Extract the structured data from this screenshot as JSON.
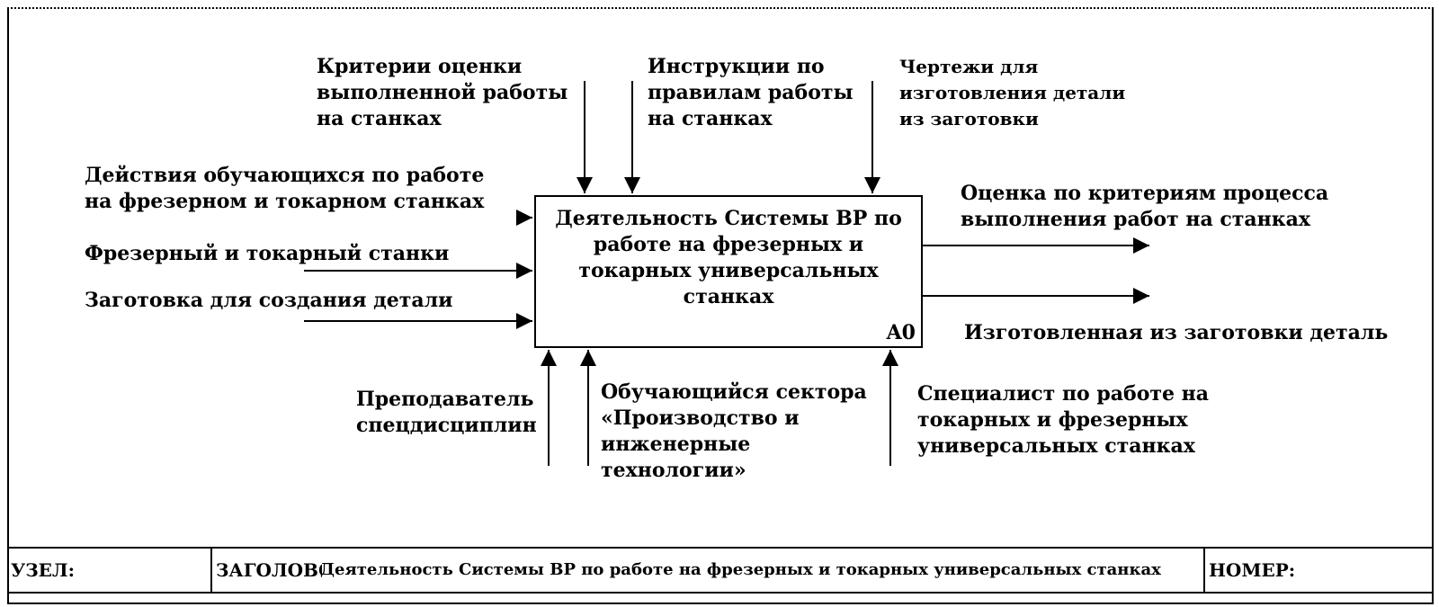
{
  "diagram": {
    "function_box": {
      "title": "Деятельность Системы ВР по\nработе на фрезерных и\nтокарных универсальных\nстанках",
      "node": "A0"
    },
    "controls": [
      "Критерии оценки\nвыполненной работы\nна станках",
      "Инструкции по\nправилам работы\nна станках",
      "Чертежи для\nизготовления детали\nиз заготовки"
    ],
    "inputs": [
      "Действия обучающихся по работе\nна фрезерном и токарном станках",
      "Фрезерный и токарный станки",
      "Заготовка для создания детали"
    ],
    "outputs": [
      "Оценка по критериям процесса\nвыполнения работ на станках",
      "Изготовленная из заготовки деталь"
    ],
    "mechanisms": [
      "Преподаватель\nспецдисциплин",
      "Обучающийся сектора\n«Производство и\nинженерные\nтехнологии»",
      "Специалист по работе на\nтокарных и фрезерных\nуниверсальных станках"
    ]
  },
  "footer": {
    "node_label": "УЗЕЛ:",
    "title_label": "ЗАГОЛОВОК:",
    "title_value": "Деятельность Системы ВР по работе на фрезерных и токарных универсальных станках",
    "number_label": "НОМЕР:"
  },
  "colors": {
    "line": "#000000",
    "background": "#ffffff"
  }
}
